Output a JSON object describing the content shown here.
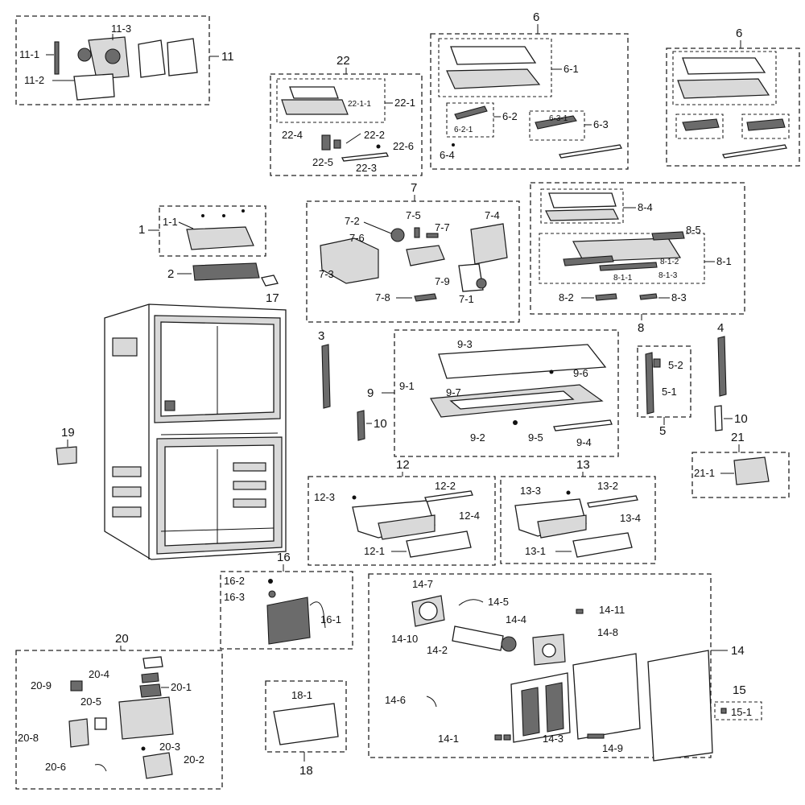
{
  "groups": {
    "g1": "1",
    "g2": "2",
    "g3": "3",
    "g4": "4",
    "g5": "5",
    "g6a": "6",
    "g6b": "6",
    "g7": "7",
    "g8": "8",
    "g9": "9",
    "g10a": "10",
    "g10b": "10",
    "g11": "11",
    "g12": "12",
    "g13": "13",
    "g14": "14",
    "g15": "15",
    "g16": "16",
    "g17": "17",
    "g18": "18",
    "g19": "19",
    "g20": "20",
    "g21": "21",
    "g22": "22"
  },
  "labels": {
    "l11_1": "11-1",
    "l11_2": "11-2",
    "l11_3": "11-3",
    "l22_1": "22-1",
    "l22_1_1": "22-1-1",
    "l22_2": "22-2",
    "l22_3": "22-3",
    "l22_4": "22-4",
    "l22_5": "22-5",
    "l22_6": "22-6",
    "l6_1": "6-1",
    "l6_2": "6-2",
    "l6_2_1": "6-2-1",
    "l6_3": "6-3",
    "l6_3_1": "6-3-1",
    "l6_4": "6-4",
    "l1_1": "1-1",
    "l7_1": "7-1",
    "l7_2": "7-2",
    "l7_3": "7-3",
    "l7_4": "7-4",
    "l7_5": "7-5",
    "l7_6": "7-6",
    "l7_7": "7-7",
    "l7_8": "7-8",
    "l7_9": "7-9",
    "l8_1": "8-1",
    "l8_1_1": "8-1-1",
    "l8_1_2": "8-1-2",
    "l8_1_3": "8-1-3",
    "l8_2": "8-2",
    "l8_3": "8-3",
    "l8_4": "8-4",
    "l8_5": "8-5",
    "l9_1": "9-1",
    "l9_2": "9-2",
    "l9_3": "9-3",
    "l9_4": "9-4",
    "l9_5": "9-5",
    "l9_6": "9-6",
    "l9_7": "9-7",
    "l5_1": "5-1",
    "l5_2": "5-2",
    "l21_1": "21-1",
    "l12_1": "12-1",
    "l12_2": "12-2",
    "l12_3": "12-3",
    "l12_4": "12-4",
    "l13_1": "13-1",
    "l13_2": "13-2",
    "l13_3": "13-3",
    "l13_4": "13-4",
    "l16_1": "16-1",
    "l16_2": "16-2",
    "l16_3": "16-3",
    "l14_1": "14-1",
    "l14_2": "14-2",
    "l14_3": "14-3",
    "l14_4": "14-4",
    "l14_5": "14-5",
    "l14_6": "14-6",
    "l14_7": "14-7",
    "l14_8": "14-8",
    "l14_9": "14-9",
    "l14_10": "14-10",
    "l14_11": "14-11",
    "l15_1": "15-1",
    "l18_1": "18-1",
    "l20_1": "20-1",
    "l20_2": "20-2",
    "l20_3": "20-3",
    "l20_4": "20-4",
    "l20_5": "20-5",
    "l20_6": "20-6",
    "l20_8": "20-8",
    "l20_9": "20-9"
  }
}
